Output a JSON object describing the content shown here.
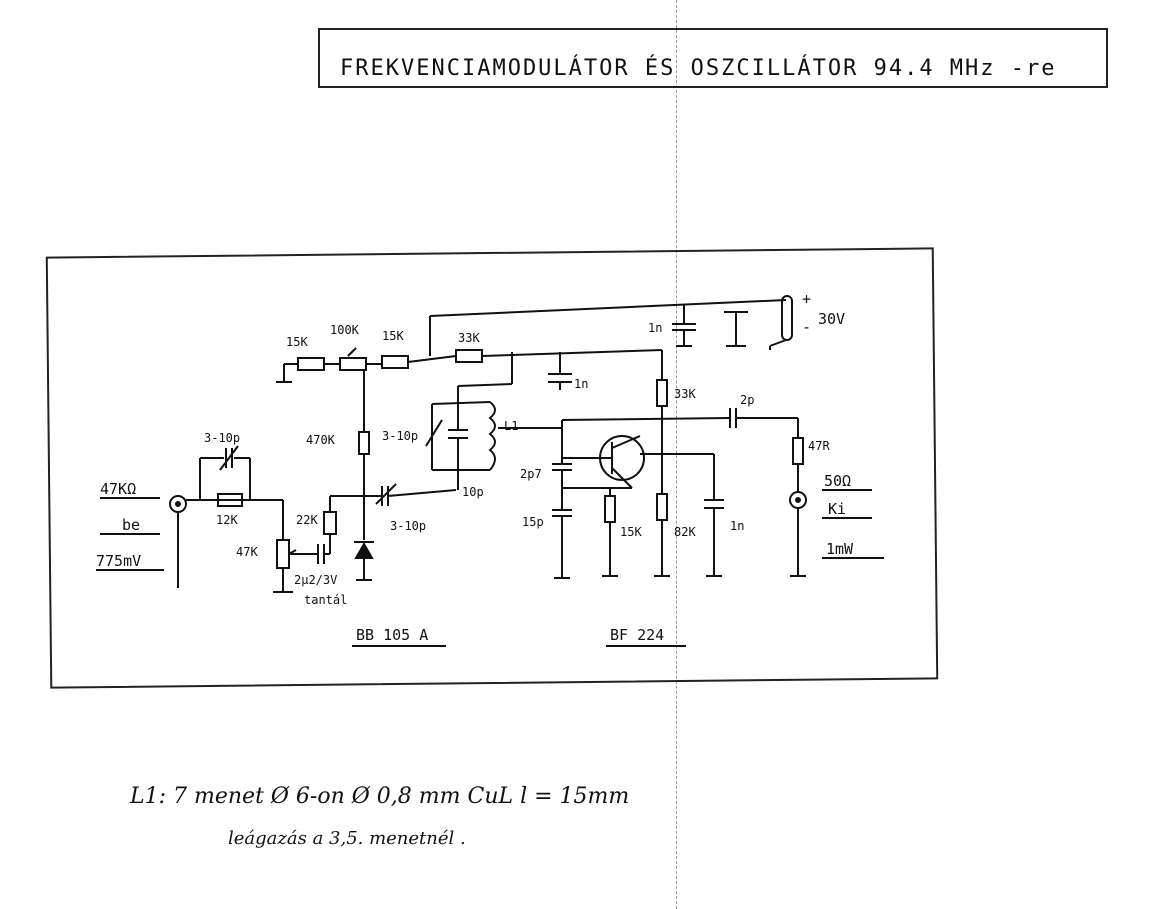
{
  "title": "FREKVENCIAMODULÁTOR ÉS OSZCILLÁTOR 94.4 MHz -re",
  "labels": {
    "in_z": "47KΩ",
    "in_dir": "be",
    "in_level": "775mV",
    "r15k_a": "15K",
    "pot100k": "100K",
    "r15k_b": "15K",
    "r33k_h": "33K",
    "c1n_top": "1n",
    "c1n_mid": "1n",
    "supply": "30V",
    "plus": "+",
    "minus": "-",
    "r33k_v": "33K",
    "c2p": "2p",
    "r47r": "47R",
    "out_z": "50Ω",
    "out_dir": "Ki",
    "out_level": "1mW",
    "c3_10p_a": "3-10p",
    "r12k": "12K",
    "pot47k": "47K",
    "r470k": "470K",
    "c3_10p_b": "3-10p",
    "coil": "L1",
    "r22k": "22K",
    "c2u2": "2µ2/3V",
    "tantal": "tantál",
    "c3_10p_c": "3-10p",
    "c10p": "10p",
    "c2p7": "2p7",
    "c15p": "15p",
    "r15k_c": "15K",
    "r82k": "82K",
    "c1n_bot": "1n",
    "diode": "BB 105 A",
    "transistor": "BF 224"
  },
  "notes": {
    "line1": "L1:    7 menet Ø 6-on Ø 0,8 mm CuL    l = 15mm",
    "line2": "leágazás a 3,5. menetnél ."
  }
}
